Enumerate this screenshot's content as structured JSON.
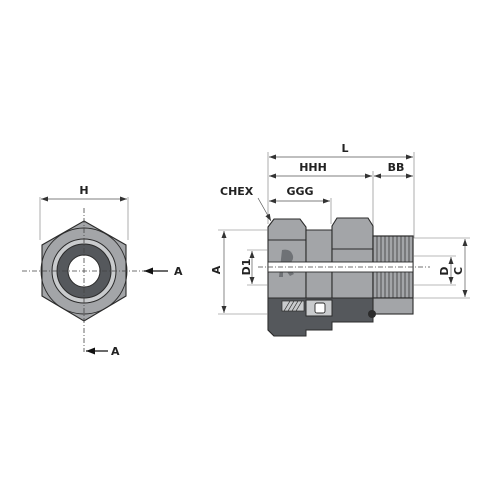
{
  "labels": {
    "H": "H",
    "A": "A",
    "L": "L",
    "HHH": "HHH",
    "BB": "BB",
    "CHEX": "CHEX",
    "GGG": "GGG",
    "D1": "D1",
    "D": "D",
    "C": "C"
  },
  "colors": {
    "body": "#a3a5a8",
    "dark": "#55585c",
    "light": "#c9cbcd",
    "outline": "#2b2b2b"
  }
}
